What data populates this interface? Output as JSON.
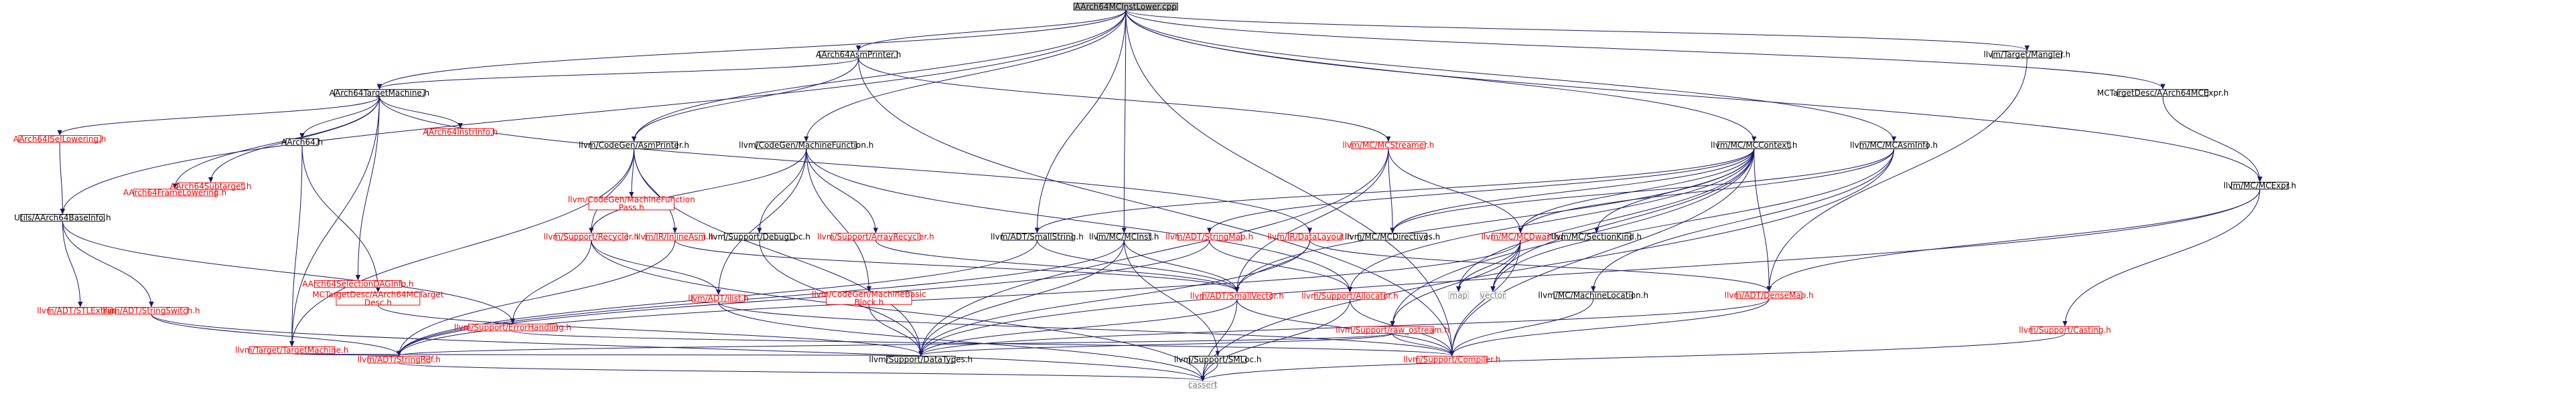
{
  "colors": {
    "edge": "#191970",
    "root_fill": "#bfbfbf",
    "black_border": "#000000",
    "red_border": "#ff0000",
    "red_text": "#ff0000",
    "gray_border": "#bfbfbf",
    "gray_text": "#7f7f7f",
    "black_text": "#000000"
  },
  "nodes": [
    {
      "id": "root",
      "label": "AArch64MCInstLower.cpp",
      "style": "root"
    },
    {
      "id": "asmprinter",
      "label": "AArch64AsmPrinter.h",
      "style": "black"
    },
    {
      "id": "tm",
      "label": "AArch64TargetMachine.h",
      "style": "black"
    },
    {
      "id": "utils",
      "label": "Utils/AArch64BaseInfo.h",
      "style": "black"
    },
    {
      "id": "isellow",
      "label": "AArch64ISelLowering.h",
      "style": "red"
    },
    {
      "id": "framelow",
      "label": "AArch64FrameLowering.h",
      "style": "red"
    },
    {
      "id": "seldag",
      "label": "AArch64SelectionDAGInfo.h",
      "style": "red"
    },
    {
      "id": "instrinfo",
      "label": "AArch64InstrInfo.h",
      "style": "red"
    },
    {
      "id": "subtarget",
      "label": "AArch64Subtarget.h",
      "style": "red"
    },
    {
      "id": "aarch64",
      "label": "AArch64.h",
      "style": "black"
    },
    {
      "id": "cgasmprinter",
      "label": "llvm/CodeGen/AsmPrinter.h",
      "style": "black"
    },
    {
      "id": "cgmf",
      "label": "llvm/CodeGen/MachineFunction.h",
      "style": "black"
    },
    {
      "id": "mcstreamer",
      "label": "llvm/MC/MCStreamer.h",
      "style": "red"
    },
    {
      "id": "mccontext",
      "label": "llvm/MC/MCContext.h",
      "style": "black"
    },
    {
      "id": "mcasminfo",
      "label": "llvm/MC/MCAsmInfo.h",
      "style": "black"
    },
    {
      "id": "mangler",
      "label": "llvm/Target/Mangler.h",
      "style": "black"
    },
    {
      "id": "mctdexpr",
      "label": "MCTargetDesc/AArch64MCExpr.h",
      "style": "black"
    },
    {
      "id": "mcexpr",
      "label": "llvm/MC/MCExpr.h",
      "style": "black"
    },
    {
      "id": "adtstrext",
      "label": "llvm/ADT/STLExtras.h",
      "style": "red"
    },
    {
      "id": "adtstrswitch",
      "label": "llvm/ADT/StringSwitch.h",
      "style": "red"
    },
    {
      "id": "targetmachine",
      "label": "llvm/Target/TargetMachine.h",
      "style": "red"
    },
    {
      "id": "mctdaarch64",
      "label": "MCTargetDesc/AArch64MCTarget\nDesc.h",
      "style": "red"
    },
    {
      "id": "errhandling",
      "label": "llvm/Support/ErrorHandling.h",
      "style": "red"
    },
    {
      "id": "mfpass",
      "label": "llvm/CodeGen/MachineFunction\nPass.h",
      "style": "red"
    },
    {
      "id": "recycler",
      "label": "llvm/Support/Recycler.h",
      "style": "red"
    },
    {
      "id": "inlineasm",
      "label": "llvm/IR/InlineAsm.h",
      "style": "red"
    },
    {
      "id": "debugloc",
      "label": "llvm/Support/DebugLoc.h",
      "style": "black"
    },
    {
      "id": "arrayrecycler",
      "label": "llvm/Support/ArrayRecycler.h",
      "style": "red"
    },
    {
      "id": "ilist",
      "label": "llvm/ADT/ilist.h",
      "style": "red"
    },
    {
      "id": "mbb",
      "label": "llvm/CodeGen/MachineBasic\nBlock.h",
      "style": "red"
    },
    {
      "id": "smallstring",
      "label": "llvm/ADT/SmallString.h",
      "style": "black"
    },
    {
      "id": "mcinst",
      "label": "llvm/MC/MCInst.h",
      "style": "black"
    },
    {
      "id": "stringmap",
      "label": "llvm/ADT/StringMap.h",
      "style": "red"
    },
    {
      "id": "datalayout",
      "label": "llvm/IR/DataLayout.h",
      "style": "red"
    },
    {
      "id": "mcdirectives",
      "label": "llvm/MC/MCDirectives.h",
      "style": "black"
    },
    {
      "id": "mcdwarf",
      "label": "llvm/MC/MCDwarf.h",
      "style": "red"
    },
    {
      "id": "mcsectionkind",
      "label": "llvm/MC/SectionKind.h",
      "style": "black"
    },
    {
      "id": "smallvector",
      "label": "llvm/ADT/SmallVector.h",
      "style": "red"
    },
    {
      "id": "allocator",
      "label": "llvm/Support/Allocator.h",
      "style": "red"
    },
    {
      "id": "rawostream",
      "label": "llvm/Support/raw_ostream.h",
      "style": "red"
    },
    {
      "id": "map",
      "label": "map",
      "style": "gray"
    },
    {
      "id": "vector",
      "label": "vector",
      "style": "gray"
    },
    {
      "id": "mcmachineloc",
      "label": "llvm/MC/MachineLocation.h",
      "style": "black"
    },
    {
      "id": "densemap",
      "label": "llvm/ADT/DenseMap.h",
      "style": "red"
    },
    {
      "id": "casting",
      "label": "llvm/Support/Casting.h",
      "style": "red"
    },
    {
      "id": "stringref",
      "label": "llvm/ADT/StringRef.h",
      "style": "red"
    },
    {
      "id": "datatypes",
      "label": "llvm/Support/DataTypes.h",
      "style": "black"
    },
    {
      "id": "smloc",
      "label": "llvm/Support/SMLoc.h",
      "style": "black"
    },
    {
      "id": "compiler",
      "label": "llvm/Support/Compiler.h",
      "style": "red"
    },
    {
      "id": "cassert",
      "label": "cassert",
      "style": "gray"
    }
  ]
}
